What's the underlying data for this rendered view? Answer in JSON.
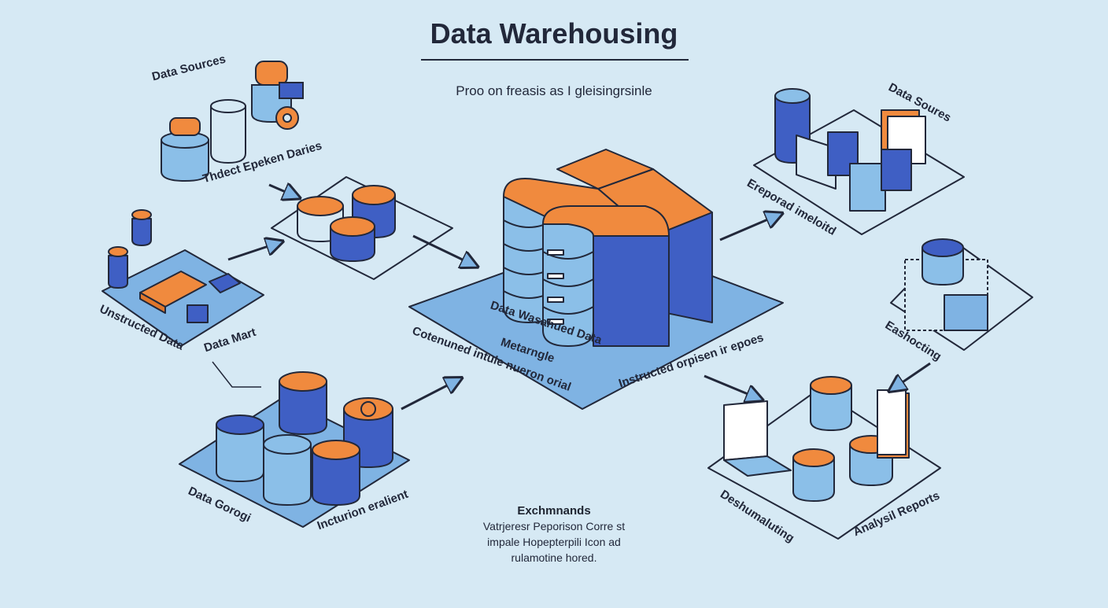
{
  "title": "Data Warehousing",
  "subtitle": "Proo on freasis as I gleisingrsinle",
  "labels": {
    "data_sources_left": "Data Sources",
    "thdect_epeken": "Thdect Epeken Daries",
    "unstructed_data": "Unstructed Data",
    "data_mart": "Data Mart",
    "data_gorog": "Data Gorogi",
    "incturion": "Incturion eralient",
    "cotenuned": "Cotenuned intule nueron orial",
    "center_label_1": "Data Wasahued Data",
    "center_label_2": "Metarngle",
    "instructed_orpisen": "Instructed orpisen ir epoes",
    "data_soures_right": "Data Soures",
    "ereporad": "Ereporad imeloitd",
    "eashocting": "Eashocting",
    "deshumaluting": "Deshumaluting",
    "analysis_reports": "Analysil Reports"
  },
  "footer": {
    "heading": "Exchmnands",
    "line1": "Vatrjeresr Peporison Corre st",
    "line2": "impale Hopepterpili Icon ad",
    "line3": "rulamotine hored."
  },
  "colors": {
    "background": "#d6e9f4",
    "platform": "#7fb3e3",
    "cylinder_light": "#8bbfe8",
    "cylinder_dark": "#3f5fc4",
    "accent_orange": "#f08a3e",
    "ink": "#22283a"
  },
  "icons": [
    "database-icon",
    "server-icon",
    "laptop-chart-icon",
    "document-icon",
    "gear-icon",
    "arrow-icon"
  ]
}
